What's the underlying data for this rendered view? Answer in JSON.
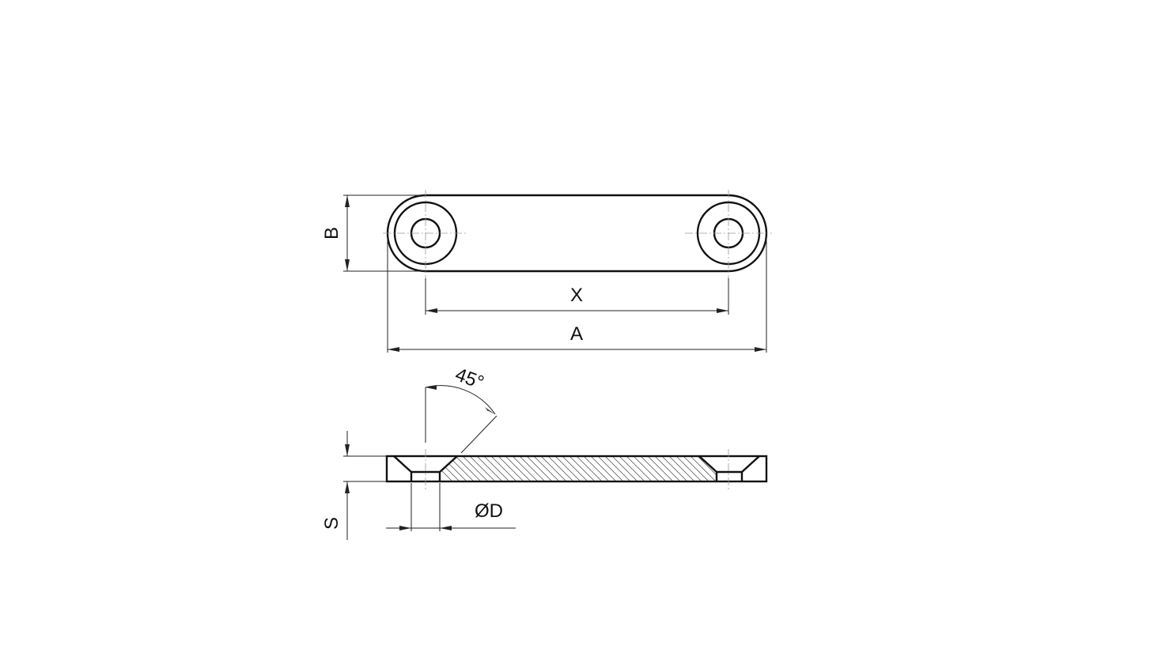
{
  "labels": {
    "b": "B",
    "x": "X",
    "a": "A",
    "angle": "45°",
    "s": "S",
    "d": "ØD"
  },
  "colors": {
    "line": "#111111",
    "centerline": "#9a9a9a",
    "background": "#ffffff"
  }
}
